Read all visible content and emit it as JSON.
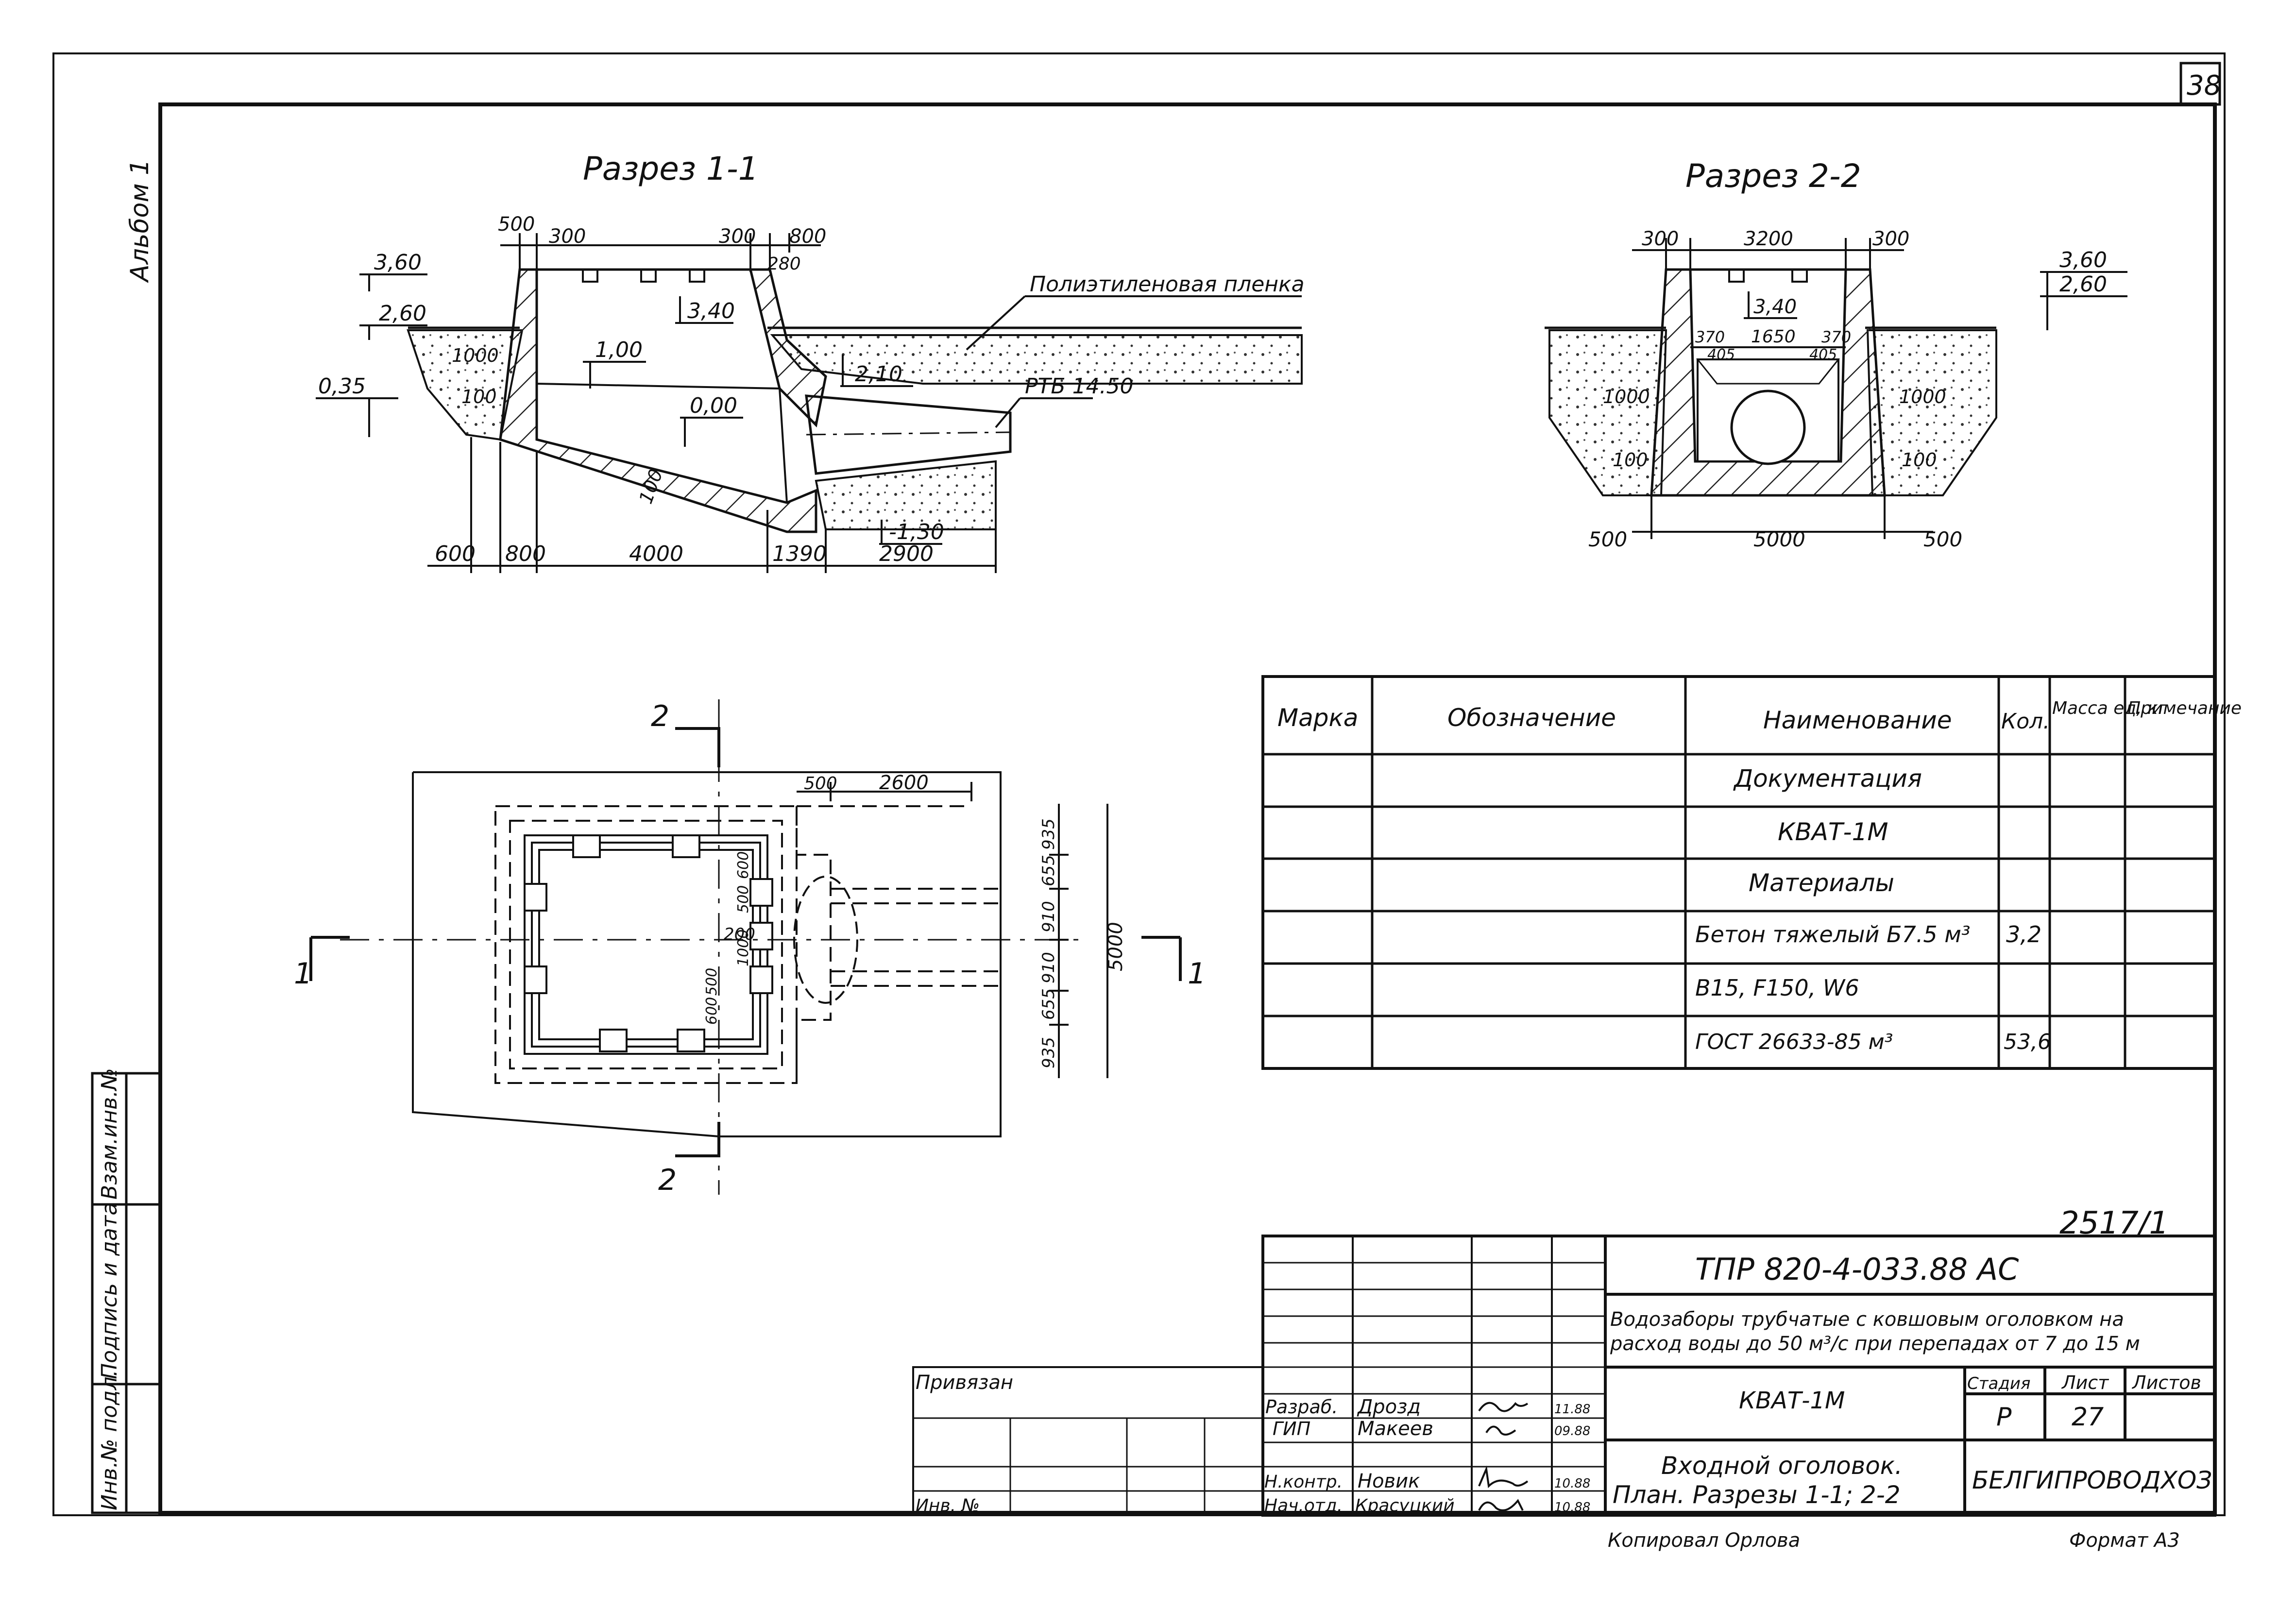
{
  "sheet": {
    "page_number": "38",
    "album_label": "Альбом 1",
    "stamp_number": "2517/1",
    "copied_by": "Копировал Орлова",
    "format": "Формат А3",
    "side_labels": [
      "Инв.№ подл.",
      "Подпись и дата",
      "Взам.инв.№"
    ]
  },
  "section_1_1": {
    "title": "Разрез 1-1",
    "levels": [
      "3,60",
      "2,60",
      "0,35",
      "3,40",
      "1,00",
      "0,00",
      "2,10",
      "-1,30"
    ],
    "top_dims": [
      "500",
      "300",
      "300",
      "800",
      "280"
    ],
    "side_dims": [
      "1000",
      "100",
      "100"
    ],
    "bottom_dims": [
      "600",
      "800",
      "4000",
      "1390",
      "2900"
    ],
    "label_film": "Полиэтиленовая пленка",
    "label_pipe": "РТБ 14.50"
  },
  "section_2_2": {
    "title": "Разрез 2-2",
    "levels": [
      "3,60",
      "2,60",
      "3,40"
    ],
    "top_dims": [
      "300",
      "3200",
      "300"
    ],
    "inner_dims": [
      "370",
      "1650",
      "370",
      "405",
      "405"
    ],
    "side_dims": [
      "1000",
      "1000",
      "100",
      "100"
    ],
    "bottom_dims": [
      "500",
      "5000",
      "500"
    ]
  },
  "plan": {
    "cut_marks": [
      "2",
      "2",
      "1",
      "1"
    ],
    "top_dims": [
      "500",
      "2600"
    ],
    "right_dims": [
      "935",
      "655",
      "910",
      "910",
      "655",
      "935"
    ],
    "overall_dim": "5000",
    "inner_dims": [
      "600",
      "500",
      "1000",
      "500",
      "600",
      "200"
    ]
  },
  "spec_table": {
    "headers": [
      "Марка",
      "Обозначение",
      "Наименование",
      "Кол.",
      "Масса ед, кг",
      "Примечание"
    ],
    "rows": [
      {
        "mark": "",
        "designation": "",
        "name": "Документация",
        "qty": "",
        "mass": "",
        "note": ""
      },
      {
        "mark": "",
        "designation": "",
        "name": "КВАТ-1М",
        "qty": "",
        "mass": "",
        "note": ""
      },
      {
        "mark": "",
        "designation": "",
        "name": "Материалы",
        "qty": "",
        "mass": "",
        "note": ""
      },
      {
        "mark": "",
        "designation": "",
        "name": "Бетон тяжелый  Б7.5 м³",
        "qty": "3,2",
        "mass": "",
        "note": ""
      },
      {
        "mark": "",
        "designation": "",
        "name": "В15,  F150,  W6",
        "qty": "",
        "mass": "",
        "note": ""
      },
      {
        "mark": "",
        "designation": "",
        "name": "ГОСТ 26633-85          м³",
        "qty": "53,6",
        "mass": "",
        "note": ""
      }
    ]
  },
  "title_block": {
    "doc_code": "ТПР  820-4-033.88    АС",
    "project_title_1": "Водозаборы трубчатые с ковшовым оголовком на",
    "project_title_2": "расход воды до 50 м³/с при перепадах от 7 до 15 м",
    "item": "КВАТ-1М",
    "stage_label": "Стадия",
    "sheet_label": "Лист",
    "sheets_label": "Листов",
    "stage": "Р",
    "sheet_no": "27",
    "sheets_total": "",
    "drawing_title_1": "Входной оголовок.",
    "drawing_title_2": "План. Разрезы 1-1; 2-2",
    "org": "БЕЛГИПРОВОДХОЗ",
    "bound_label": "Привязан",
    "inv_label": "Инв. №",
    "signers": [
      {
        "role": "Разраб.",
        "name": "Дрозд",
        "date": "11.88"
      },
      {
        "role": "ГИП",
        "name": "Макеев",
        "date": "09.88"
      },
      {
        "role": "Н.контр.",
        "name": "Новик",
        "date": "10.88"
      },
      {
        "role": "Нач.отд.",
        "name": "Красуцкий",
        "date": "10.88"
      }
    ]
  }
}
